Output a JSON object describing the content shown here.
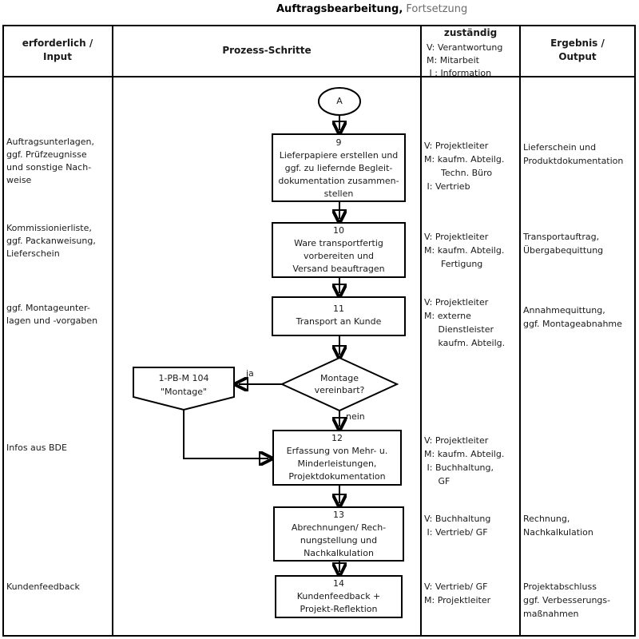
{
  "title": {
    "main": "Auftragsbearbeitung,",
    "suffix": " Fortsetzung"
  },
  "header": {
    "input": "erforderlich /\nInput",
    "process": "Prozess-Schritte",
    "responsible_title": "zuständig",
    "responsible_legend": "V: Verantwortung\nM: Mitarbeit\n I : Information",
    "output": "Ergebnis /\nOutput"
  },
  "connector": {
    "label": "A"
  },
  "inputs": [
    {
      "text": "Auftragsunterlagen,\nggf. Prüfzeugnisse\nund sonstige Nach-\nweise"
    },
    {
      "text": "Kommissionierliste,\nggf. Packanweisung,\nLieferschein"
    },
    {
      "text": "ggf. Montageunter-\nlagen und -vorgaben"
    },
    {
      "text": "Infos aus BDE"
    },
    {
      "text": "Kundenfeedback"
    }
  ],
  "steps": [
    {
      "number": "9",
      "label": "Lieferpapiere erstellen und\nggf. zu liefernde Begleit-\ndokumentation zusammen-\nstellen",
      "responsible": "V: Projektleiter\nM: kaufm. Abteilg.\n      Techn. Büro\n I: Vertrieb",
      "output": "Lieferschein und\nProduktdokumentation"
    },
    {
      "number": "10",
      "label": "Ware transportfertig\nvorbereiten und\nVersand beauftragen",
      "responsible": "V: Projektleiter\nM: kaufm. Abteilg.\n      Fertigung",
      "output": "Transportauftrag,\nÜbergabequittung"
    },
    {
      "number": "11",
      "label": "Transport an Kunde",
      "responsible": "V: Projektleiter\nM: externe\n     Dienstleister\n     kaufm. Abteilg.",
      "output": "Annahmequittung,\nggf. Montageabnahme"
    },
    {
      "number": "12",
      "label": "Erfassung von Mehr- u.\nMinderleistungen,\nProjektdokumentation",
      "responsible": "V: Projektleiter\nM: kaufm. Abteilg.\n I: Buchhaltung,\n     GF",
      "output": ""
    },
    {
      "number": "13",
      "label": "Abrechnungen/ Rech-\nnungstellung und\nNachkalkulation",
      "responsible": "V: Buchhaltung\n I: Vertrieb/ GF",
      "output": "Rechnung,\nNachkalkulation"
    },
    {
      "number": "14",
      "label": "Kundenfeedback +\nProjekt-Reflektion",
      "responsible": "V: Vertrieb/ GF\nM: Projektleiter",
      "output": "Projektabschluss\nggf. Verbesserungs-\nmaßnahmen"
    }
  ],
  "decision": {
    "question": "Montage\nvereinbart?",
    "yes_label": "ja",
    "no_label": "nein"
  },
  "reference": {
    "label": "1-PB-M 104\n\"Montage\""
  },
  "colors": {
    "line": "#000000",
    "text": "#1a1a1a",
    "title_suffix": "#6b6b6b",
    "background": "#ffffff"
  }
}
